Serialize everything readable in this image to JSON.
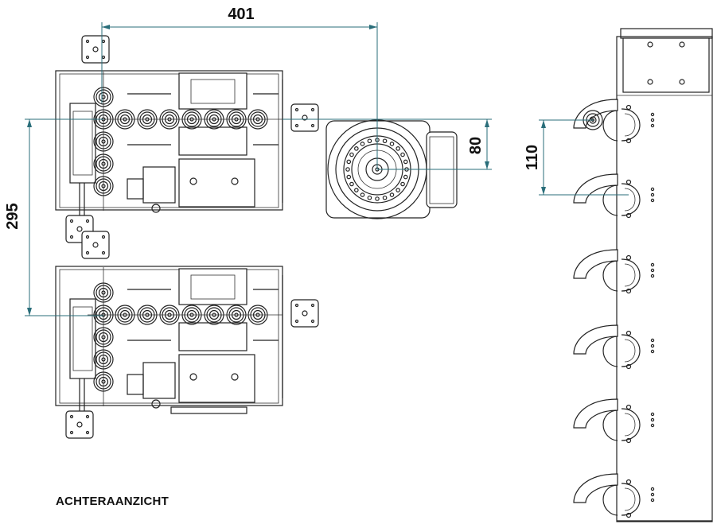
{
  "dimensions": {
    "horizontal_top": "401",
    "vertical_left": "295",
    "vertical_motor": "80",
    "vertical_right": "110"
  },
  "caption": "ACHTERAANZICHT",
  "colors": {
    "dimension_line": "#2a6e7a",
    "line_work": "#222222",
    "background": "#ffffff"
  }
}
